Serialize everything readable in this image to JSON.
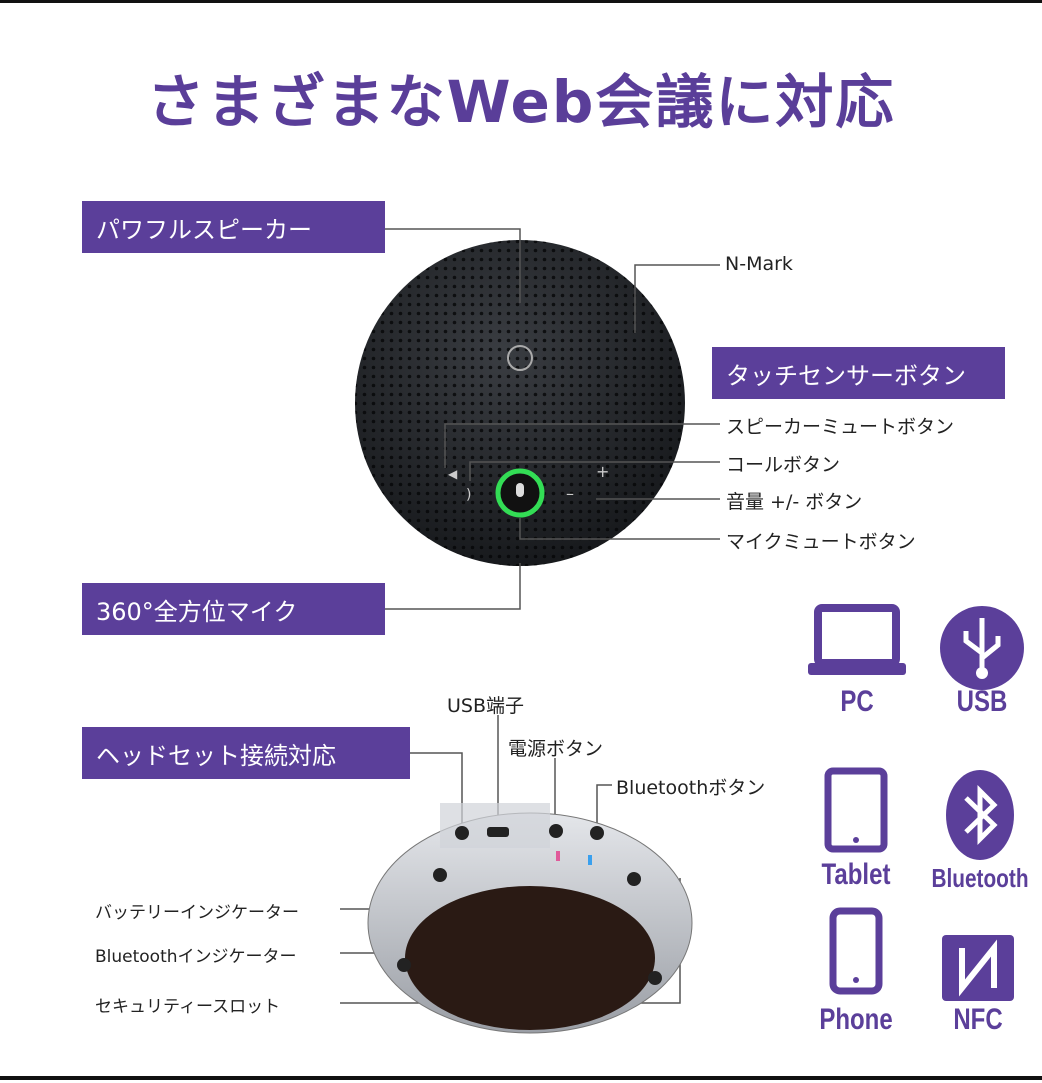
{
  "title": "さまざまなWeb会議に対応",
  "features": {
    "speaker": "パワフルスピーカー",
    "mic": "360°全方位マイク",
    "touch": "タッチセンサーボタン",
    "headset": "ヘッドセット接続対応"
  },
  "callouts": {
    "nmark": "N-Mark",
    "speaker_mute": "スピーカーミュートボタン",
    "call": "コールボタン",
    "volume": "音量 +/- ボタン",
    "mic_mute": "マイクミュートボタン",
    "usb_port": "USB端子",
    "power": "電源ボタン",
    "bt_button": "Bluetoothボタン",
    "battery": "バッテリーインジケーター",
    "bt_indicator": "Bluetoothインジケーター",
    "security": "セキュリティースロット"
  },
  "compat": [
    {
      "label": "PC",
      "icon": "laptop-icon"
    },
    {
      "label": "USB",
      "icon": "usb-icon"
    },
    {
      "label": "Tablet",
      "icon": "tablet-icon"
    },
    {
      "label": "Bluetooth",
      "icon": "bluetooth-icon"
    },
    {
      "label": "Phone",
      "icon": "phone-icon"
    },
    {
      "label": "NFC",
      "icon": "nfc-icon"
    }
  ],
  "colors": {
    "accent": "#5b3f9a",
    "mic_ring": "#33dd55"
  }
}
